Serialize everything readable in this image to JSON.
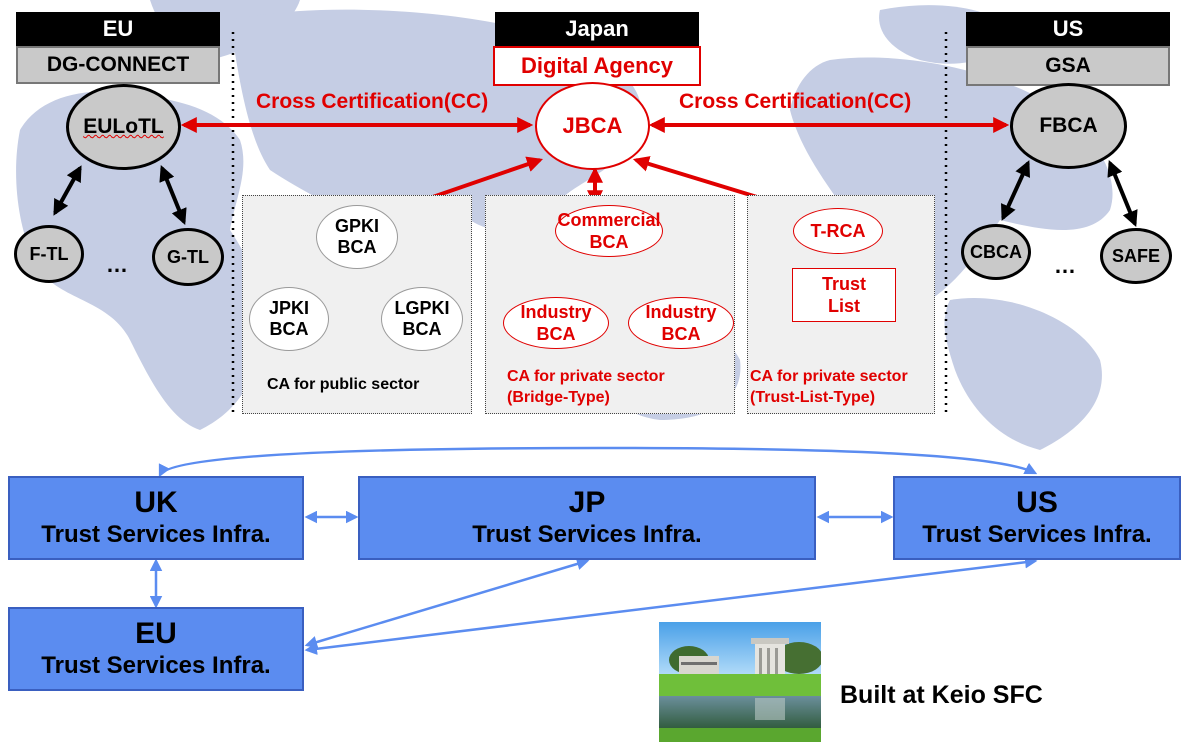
{
  "regions": {
    "eu": {
      "header": "EU",
      "sub": "DG-CONNECT"
    },
    "japan": {
      "header": "Japan",
      "sub": "Digital Agency"
    },
    "us": {
      "header": "US",
      "sub": "GSA"
    }
  },
  "cross_certification_label": "Cross Certification(CC)",
  "nodes": {
    "euloTL": "EULoTL",
    "jbca": "JBCA",
    "fbca": "FBCA",
    "ftl": "F-TL",
    "gtl": "G-TL",
    "eu_ellipsis": "…",
    "cbca": "CBCA",
    "safe": "SAFE",
    "us_ellipsis": "…",
    "gpki": [
      "GPKI",
      "BCA"
    ],
    "jpki": [
      "JPKI",
      "BCA"
    ],
    "lgpki": [
      "LGPKI",
      "BCA"
    ],
    "commercial": [
      "Commercial",
      "BCA"
    ],
    "industry1": [
      "Industry",
      "BCA"
    ],
    "industry2": [
      "Industry",
      "BCA"
    ],
    "trca": "T-RCA",
    "trust_list": [
      "Trust",
      "List"
    ]
  },
  "panels": {
    "public": {
      "caption": "CA for public sector"
    },
    "bridge": {
      "caption_line1": "CA for private sector",
      "caption_line2": "(Bridge-Type)"
    },
    "trustlist": {
      "caption_line1": "CA for private sector",
      "caption_line2": "(Trust-List-Type)"
    }
  },
  "infra": {
    "uk": {
      "title": "UK",
      "subtitle": "Trust Services Infra."
    },
    "jp": {
      "title": "JP",
      "subtitle": "Trust Services Infra."
    },
    "us": {
      "title": "US",
      "subtitle": "Trust Services Infra."
    },
    "eu": {
      "title": "EU",
      "subtitle": "Trust Services Infra."
    }
  },
  "photo_caption": "Built at Keio SFC",
  "colors": {
    "red": "#e00000",
    "blue_box": "#5b8cf0",
    "blue_line": "#5b8cf0",
    "map": "#c5cde4",
    "gray_node": "#c9c9c9"
  }
}
